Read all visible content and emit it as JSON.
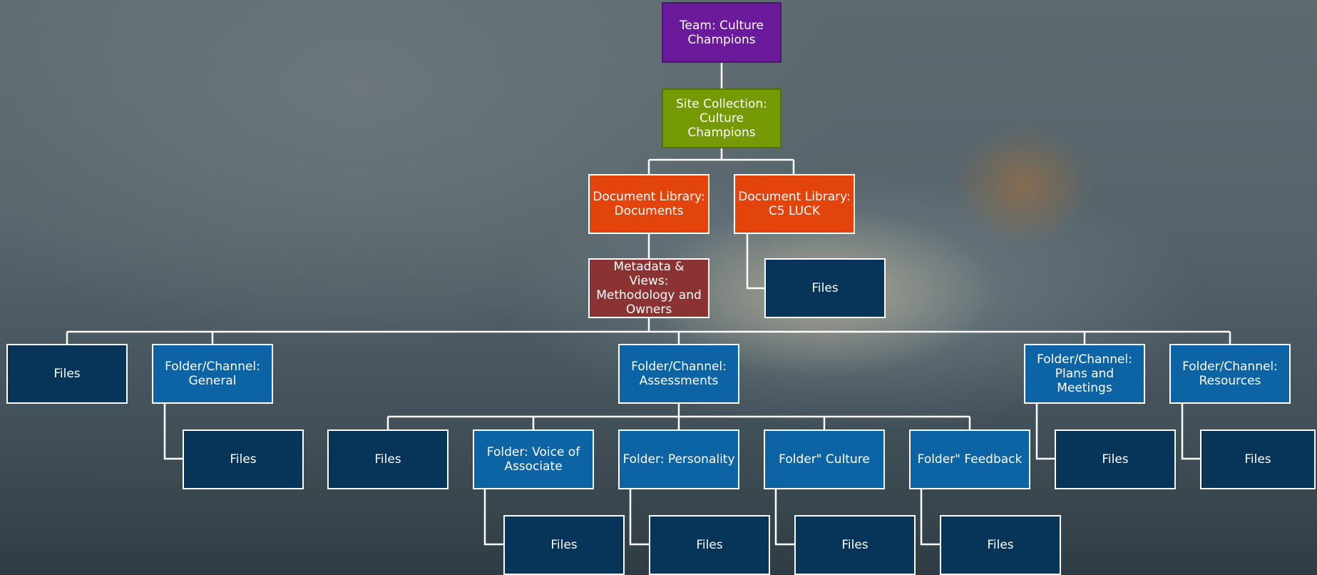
{
  "nodes": {
    "team": "Team: Culture\nChampions",
    "site": "Site Collection:\nCulture Champions",
    "doc_lib_documents": "Document Library:\nDocuments",
    "doc_lib_c5luck": "Document Library:\nC5 LUCK",
    "metadata_views": "Metadata & Views:\nMethodology and\nOwners",
    "files_c5luck": "Files",
    "files_root": "Files",
    "folder_general": "Folder/Channel:\nGeneral",
    "folder_assessments": "Folder/Channel:\nAssessments",
    "folder_plans": "Folder/Channel:\nPlans and\nMeetings",
    "folder_resources": "Folder/Channel:\nResources",
    "files_general": "Files",
    "files_assessments": "Files",
    "folder_voice": "Folder: Voice of\nAssociate",
    "folder_personality": "Folder: Personality",
    "folder_culture": "Folder\" Culture",
    "folder_feedback": "Folder\" Feedback",
    "files_plans": "Files",
    "files_resources": "Files",
    "files_voice": "Files",
    "files_personality": "Files",
    "files_culture": "Files",
    "files_feedback": "Files"
  },
  "colors": {
    "team": "#6a1a9a",
    "site": "#769a04",
    "document_library": "#e3440c",
    "metadata": "#8b3332",
    "folder": "#0d64a5",
    "files": "#073459",
    "connector": "#ffffff"
  }
}
